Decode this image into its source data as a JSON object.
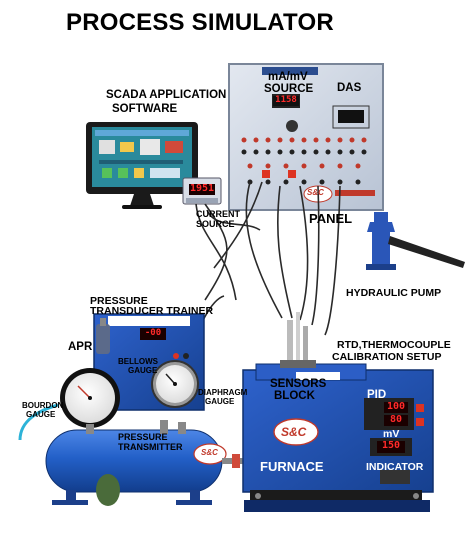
{
  "title": "PROCESS SIMULATOR",
  "labels": {
    "scada_line1": "SCADA APPLICATION",
    "scada_line2": "SOFTWARE",
    "current_source_line1": "CURRENT",
    "current_source_line2": "SOURCE",
    "ma_mv_source_line1": "mA/mV",
    "ma_mv_source_line2": "SOURCE",
    "das": "DAS",
    "panel": "PANEL",
    "hydraulic_pump": "HYDRAULIC PUMP",
    "pressure_trainer_line1": "PRESSURE",
    "pressure_trainer_line2": "TRANSDUCER TRAINER",
    "apr": "APR",
    "bellows_line1": "BELLOWS",
    "bellows_line2": "GAUGE",
    "diaphragm_line1": "DIAPHRAGM",
    "diaphragm_line2": "GAUGE",
    "bourdon_line1": "BOURDON",
    "bourdon_line2": "GAUGE",
    "pressure_transmitter_line1": "PRESSURE",
    "pressure_transmitter_line2": "TRANSMITTER",
    "rtd_line1": "RTD,THERMOCOUPLE",
    "rtd_line2": "CALIBRATION SETUP",
    "sensors_line1": "SENSORS",
    "sensors_line2": "BLOCK",
    "pid": "PID",
    "furnace": "FURNACE",
    "mv_line1": "mV",
    "mv_line2": "INDICATOR"
  },
  "displays": {
    "current_source": "1951",
    "panel_source": "1158",
    "pid_top": "100",
    "pid_bottom": "80",
    "mv_indicator": "150",
    "trainer_display": "-00"
  },
  "logos": {
    "sac": "S&C"
  },
  "colors": {
    "enclosure_blue": "#1f4fb8",
    "panel_face": "#cfd8e6",
    "tank_blue": "#2360c8",
    "frame_dark": "#1b1b1b"
  }
}
